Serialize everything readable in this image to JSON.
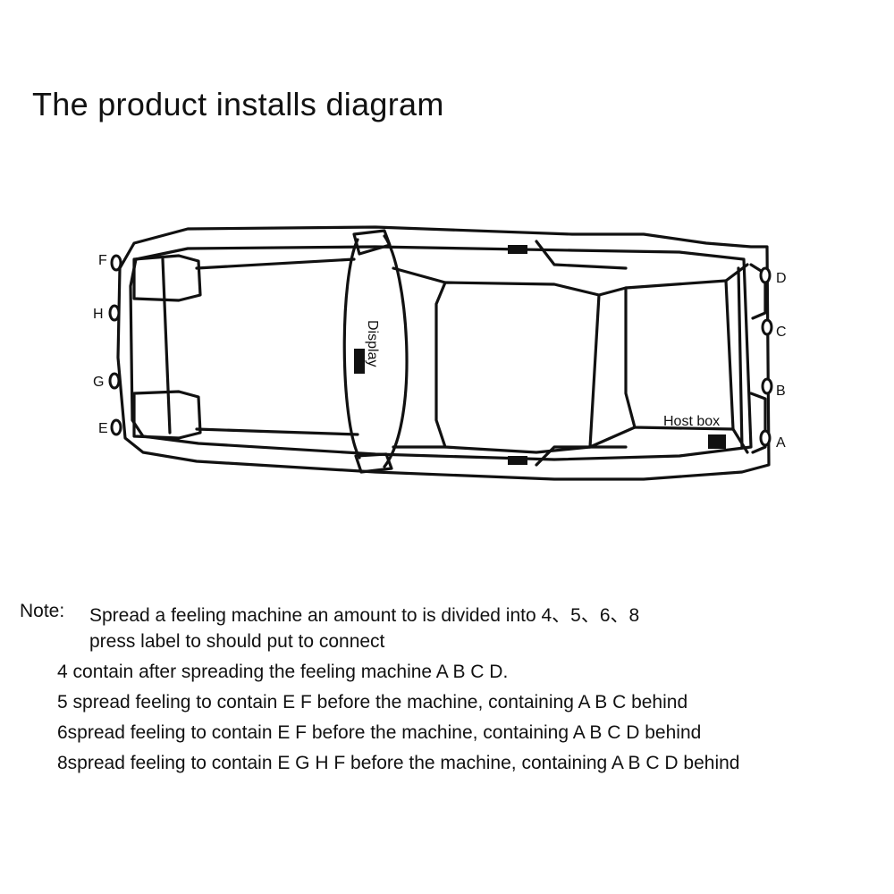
{
  "title": "The product installs diagram",
  "diagram": {
    "display_label": "Display",
    "host_label": "Host box",
    "sensor_labels": {
      "F": "F",
      "H": "H",
      "G": "G",
      "E": "E",
      "D": "D",
      "C": "C",
      "B": "B",
      "A": "A"
    }
  },
  "notes": {
    "label": "Note:",
    "lines": [
      "Spread a feeling machine an amount to is divided into 4、5、6、8",
      "press label to should put to connect",
      "4 contain after spreading the feeling machine   A  B  C  D.",
      "5 spread feeling to contain E F before the machine, containing A B C behind",
      "6spread feeling to contain E F before the machine, containing A B C D behind",
      "8spread feeling to contain E G H F before the machine, containing A B C D  behind"
    ]
  }
}
